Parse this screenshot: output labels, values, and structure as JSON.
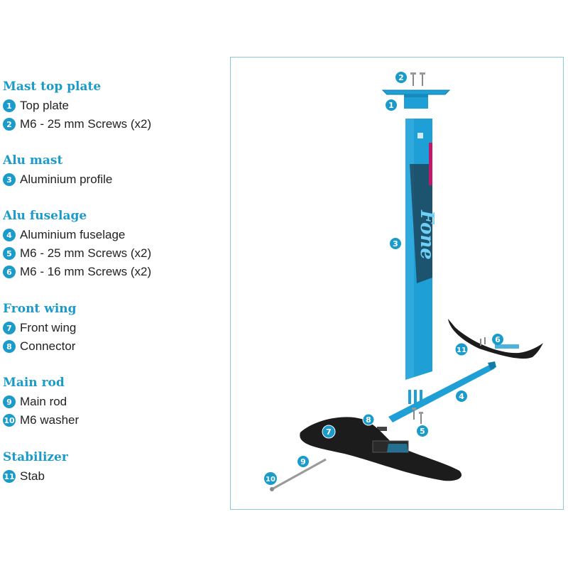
{
  "colors": {
    "accent": "#1a9bc9",
    "mast_blue": "#1e9fd6",
    "wing_black": "#1c1c1c",
    "frame_border": "#8cc8dc"
  },
  "sections": [
    {
      "title": "Mast top plate",
      "items": [
        {
          "num": "1",
          "label": "Top plate"
        },
        {
          "num": "2",
          "label": "M6 - 25 mm Screws (x2)"
        }
      ]
    },
    {
      "title": "Alu mast",
      "items": [
        {
          "num": "3",
          "label": "Aluminium profile"
        }
      ]
    },
    {
      "title": "Alu fuselage",
      "items": [
        {
          "num": "4",
          "label": "Aluminium fuselage"
        },
        {
          "num": "5",
          "label": "M6 - 25 mm Screws (x2)"
        },
        {
          "num": "6",
          "label": "M6 - 16 mm Screws (x2)"
        }
      ]
    },
    {
      "title": "Front wing",
      "items": [
        {
          "num": "7",
          "label": "Front wing"
        },
        {
          "num": "8",
          "label": "Connector"
        }
      ]
    },
    {
      "title": "Main rod",
      "items": [
        {
          "num": "9",
          "label": "Main rod"
        },
        {
          "num": "10",
          "label": "M6 washer"
        }
      ]
    },
    {
      "title": "Stabilizer",
      "items": [
        {
          "num": "11",
          "label": "Stab"
        }
      ]
    }
  ],
  "diagram": {
    "mast_logo": "Fone",
    "callouts": [
      "1",
      "2",
      "3",
      "4",
      "5",
      "6",
      "7",
      "8",
      "9",
      "10",
      "11"
    ]
  }
}
